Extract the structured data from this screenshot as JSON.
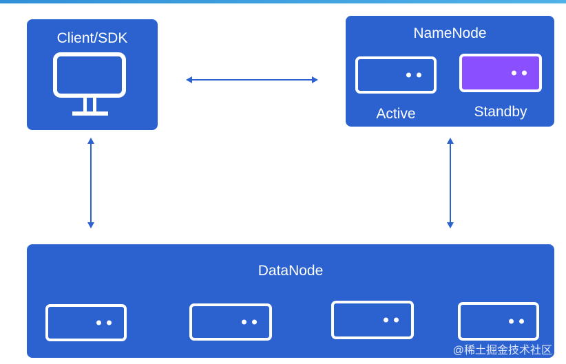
{
  "client": {
    "title": "Client/SDK",
    "icon": "monitor-icon"
  },
  "namenode": {
    "title": "NameNode",
    "active_label": "Active",
    "standby_label": "Standby"
  },
  "datanode": {
    "title": "DataNode",
    "server_count": 4
  },
  "colors": {
    "box_fill": "#2b62d0",
    "standby_fill": "#8a4fff",
    "arrow": "#2b62d0",
    "top_bar": "#3aa0e0"
  },
  "watermark": "@稀土掘金技术社区"
}
